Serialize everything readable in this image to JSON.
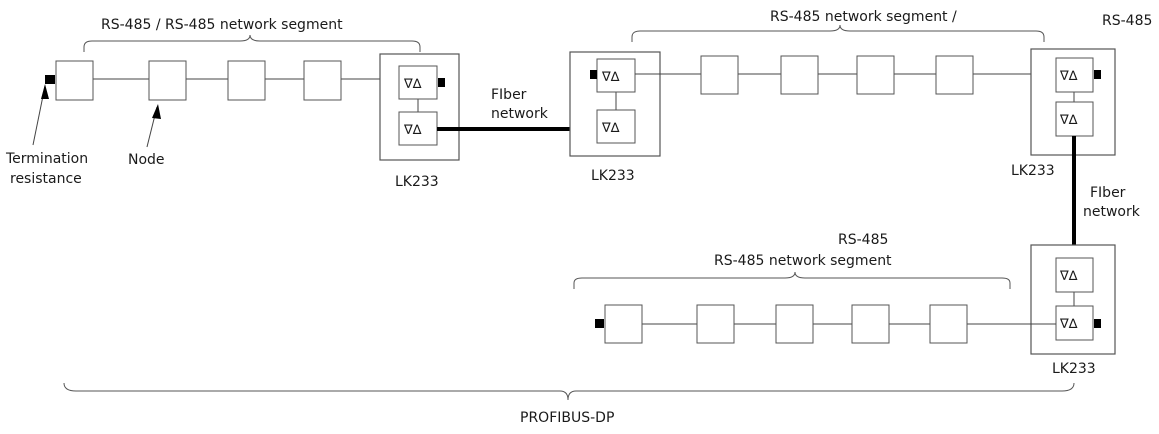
{
  "diagram": {
    "segment_labels": {
      "top_left": "RS-485 / RS-485 network segment",
      "top_right": "RS-485 network segment /",
      "top_right_corner": "RS-485",
      "bottom_line1": "RS-485",
      "bottom_line2": "RS-485 network segment",
      "bus": "PROFIBUS-DP"
    },
    "fiber_label": {
      "line1": "FIber",
      "line2": "network"
    },
    "device_label": "LK233",
    "annotations": {
      "termination_line1": "Termination",
      "termination_line2": "resistance",
      "node": "Node"
    },
    "module_symbol": "∇∆"
  },
  "colors": {
    "line": "#444444",
    "fiber": "#000000",
    "box_stroke": "#555555"
  }
}
